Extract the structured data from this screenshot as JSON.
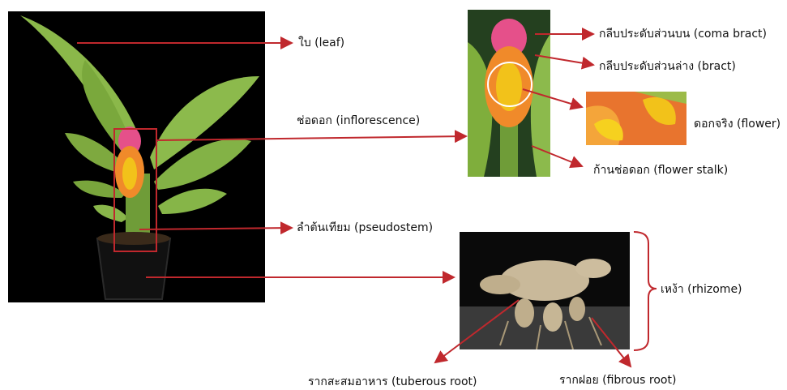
{
  "labels": {
    "leaf": "ใบ (leaf)",
    "coma_bract": "กลีบประดับส่วนบน (coma bract)",
    "bract": "กลีบประดับส่วนล่าง (bract)",
    "inflorescence": "ช่อดอก (inflorescence)",
    "flower": "ดอกจริง (flower)",
    "flower_stalk": "ก้านช่อดอก (flower stalk)",
    "pseudostem": "ลำต้นเทียม (pseudostem)",
    "rhizome": "เหง้า (rhizome)",
    "tuberous_root": "รากสะสมอาหาร (tuberous root)",
    "fibrous_root": "รากฝอย (fibrous root)"
  },
  "colors": {
    "arrow": "#c0282d",
    "photo_bg": "#000000",
    "leaf": "#7fae3c",
    "bract_pink": "#e5508a",
    "bract_orange": "#f08a2a",
    "flower_yellow": "#f2c21a",
    "rhizome": "#c9b99a"
  }
}
